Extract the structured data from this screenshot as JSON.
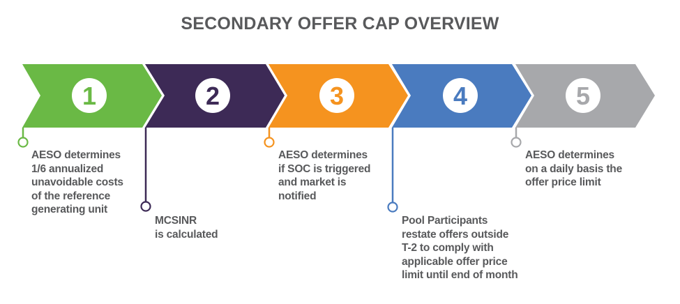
{
  "title": "SECONDARY OFFER CAP OVERVIEW",
  "steps": [
    {
      "number": "1",
      "color": "#6ab945",
      "lines": [
        "AESO determines",
        "1/6 annualized",
        "unavoidable costs",
        "of the reference",
        "generating unit"
      ]
    },
    {
      "number": "2",
      "color": "#3d2a56",
      "lines": [
        "MCSINR",
        "is calculated"
      ]
    },
    {
      "number": "3",
      "color": "#f5931f",
      "lines": [
        "AESO determines",
        "if SOC is triggered",
        "and market is",
        "notified"
      ]
    },
    {
      "number": "4",
      "color": "#4a7bbf",
      "lines": [
        "Pool Participants",
        "restate offers outside",
        "T-2 to comply with",
        "applicable offer price",
        "limit until end of month"
      ]
    },
    {
      "number": "5",
      "color": "#a7a8ab",
      "lines": [
        "AESO determines",
        "on a daily basis the",
        "offer price limit"
      ]
    }
  ]
}
